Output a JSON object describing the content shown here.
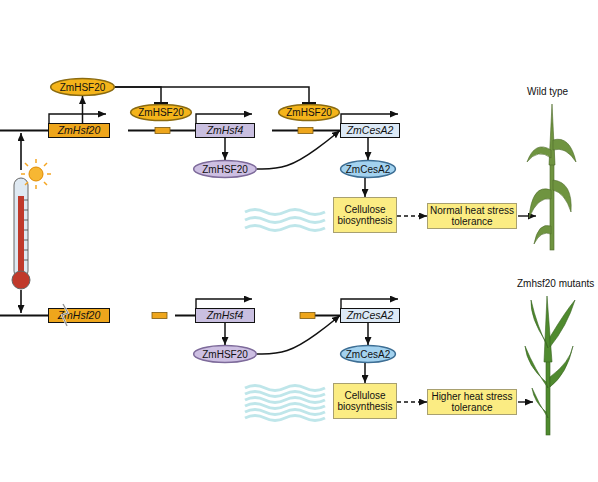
{
  "diagram": {
    "nodes": [
      {
        "text": [
          "ZmHSF20"
        ]
      },
      {
        "text": [
          "ZmHsf20"
        ]
      },
      {
        "text": [
          "ZmHSF20"
        ]
      },
      {
        "text": [
          "ZmHsf4"
        ]
      },
      {
        "text": [
          "ZmHSF20"
        ]
      },
      {
        "text": [
          "ZmCesA2"
        ]
      },
      {
        "text": [
          "ZmHSF20"
        ]
      },
      {
        "text": [
          "ZmCesA2"
        ]
      },
      {
        "text": [
          "Cellulose biosynthesis"
        ]
      },
      {
        "text": [
          "Normal heat stress tolerance"
        ]
      },
      {
        "text": [
          "ZmHsf20"
        ]
      },
      {
        "text": [
          "ZmHsf4"
        ]
      },
      {
        "text": [
          "ZmHSF20"
        ]
      },
      {
        "text": [
          "ZmCesA2"
        ]
      },
      {
        "text": [
          "ZmCesA2"
        ]
      },
      {
        "text": [
          "Cellulose biosynthesis"
        ]
      },
      {
        "text": [
          "Higher heat stress tolerance"
        ]
      }
    ],
    "edges": [
      {
        "from": 1,
        "to": 0,
        "arrow": "to"
      },
      {
        "from": 0,
        "to": 2,
        "arrow": "to"
      },
      {
        "from": 0,
        "to": 4,
        "arrow": "to"
      },
      {
        "from": 3,
        "to": 6,
        "arrow": "to"
      },
      {
        "from": 6,
        "to": 5,
        "arrow": "to"
      },
      {
        "from": 5,
        "to": 7,
        "arrow": "to"
      },
      {
        "from": 7,
        "to": 8,
        "arrow": "to"
      },
      {
        "from": 8,
        "to": 9,
        "arrow": "to"
      },
      {
        "from": 11,
        "to": 12,
        "arrow": "to"
      },
      {
        "from": 12,
        "to": 13,
        "arrow": "to"
      },
      {
        "from": 13,
        "to": 14,
        "arrow": "to"
      },
      {
        "from": 14,
        "to": 15,
        "arrow": "to"
      },
      {
        "from": 15,
        "to": 16,
        "arrow": "to"
      }
    ],
    "labels": [
      "Wild type",
      "Zmhsf20 mutants"
    ]
  }
}
